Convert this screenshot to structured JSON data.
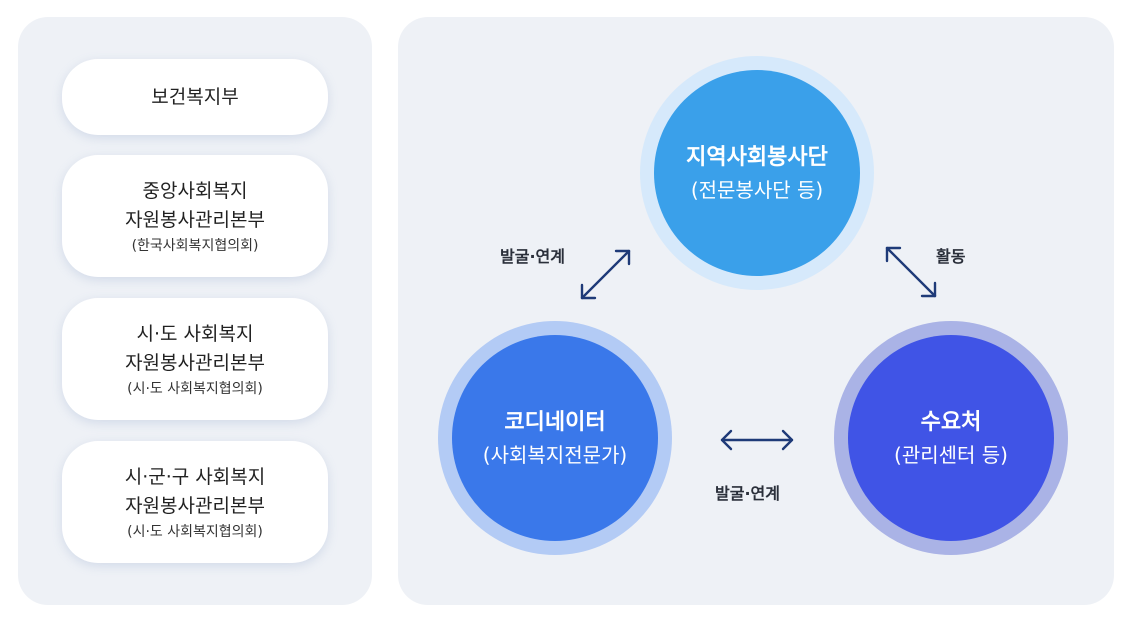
{
  "org_cards": [
    {
      "title_lines": [
        "보건복지부"
      ],
      "sub": ""
    },
    {
      "title_lines": [
        "중앙사회복지",
        "자원봉사관리본부"
      ],
      "sub": "(한국사회복지협의회)"
    },
    {
      "title_lines": [
        "시·도 사회복지",
        "자원봉사관리본부"
      ],
      "sub": "(시·도 사회복지협의회)"
    },
    {
      "title_lines": [
        "시·군·구 사회복지",
        "자원봉사관리본부"
      ],
      "sub": "(시·도 사회복지협의회)"
    }
  ],
  "nodes": {
    "volunteer": {
      "name": "지역사회봉사단",
      "desc": "(전문봉사단 등)",
      "color": "#3aa0ea"
    },
    "coordinator": {
      "name": "코디네이터",
      "desc": "(사회복지전문가)",
      "color": "#3a78ea"
    },
    "client": {
      "name": "수요처",
      "desc": "(관리센터 등)",
      "color": "#4054e6"
    }
  },
  "edges": {
    "left": "발굴·연계",
    "right": "활동",
    "bottom": "발굴·연계"
  },
  "colors": {
    "panel_bg": "#eef1f6",
    "arrow": "#1e3a78"
  }
}
